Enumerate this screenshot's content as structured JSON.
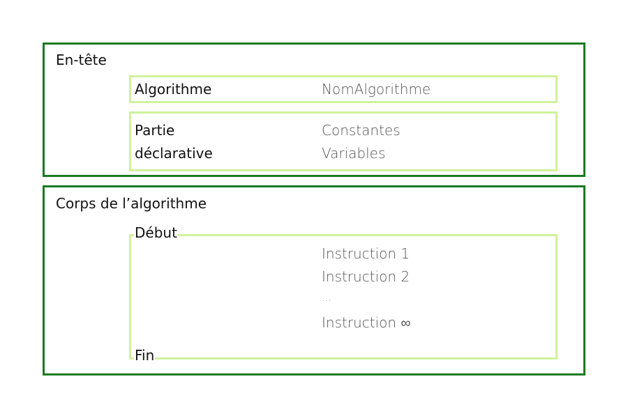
{
  "colors": {
    "section_border": "#1a7a22",
    "inner_border": "#cff29a",
    "label_text": "#111111",
    "value_text": "#555555"
  },
  "header": {
    "title": "En-tête",
    "algorithm_box": {
      "label": "Algorithme",
      "value": "NomAlgorithme"
    },
    "declaration_box": {
      "label_line1": "Partie",
      "label_line2": "déclarative",
      "values": [
        "Constantes",
        "Variables"
      ]
    }
  },
  "body": {
    "title": "Corps de l’algorithme",
    "start_label": "Début",
    "end_label": "Fin",
    "instructions": [
      "Instruction 1",
      "Instruction 2",
      "…",
      "Instruction ∞"
    ]
  }
}
